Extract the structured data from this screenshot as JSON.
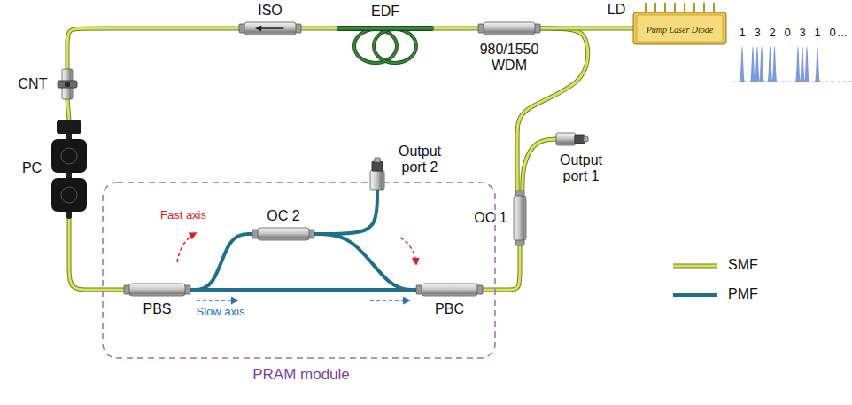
{
  "diagram": {
    "nodes": [
      {
        "text": [
          "ISO"
        ]
      },
      {
        "text": [
          "EDF"
        ]
      },
      {
        "text": [
          "980/1550 WDM"
        ]
      },
      {
        "text": [
          "LD",
          "Pump Laser Diode"
        ]
      },
      {
        "text": [
          "CNT"
        ]
      },
      {
        "text": [
          "Output port 1"
        ]
      },
      {
        "text": [
          "OC 1"
        ]
      },
      {
        "text": [
          "PC"
        ]
      },
      {
        "text": [
          "PRAM module"
        ]
      },
      {
        "text": [
          "OC 2"
        ],
        "in": 8
      },
      {
        "text": [
          "Output port 2"
        ]
      },
      {
        "text": [
          "PBS"
        ],
        "in": 8
      },
      {
        "text": [
          "PBC"
        ],
        "in": 8
      }
    ],
    "edges": [
      {
        "from": 2,
        "to": 1,
        "arrow": "none"
      },
      {
        "from": 1,
        "to": 0,
        "arrow": "none"
      },
      {
        "from": 0,
        "to": 4,
        "arrow": "none"
      },
      {
        "from": 4,
        "to": 7,
        "arrow": "none"
      },
      {
        "from": 7,
        "to": 11,
        "arrow": "none"
      },
      {
        "from": 11,
        "to": 9,
        "arrow": "none"
      },
      {
        "from": 11,
        "to": 12,
        "arrow": "none"
      },
      {
        "from": 9,
        "to": 12,
        "arrow": "none"
      },
      {
        "from": 9,
        "to": 10,
        "arrow": "none"
      },
      {
        "from": 12,
        "to": 6,
        "arrow": "none"
      },
      {
        "from": 6,
        "to": 5,
        "arrow": "none"
      },
      {
        "from": 6,
        "to": 2,
        "arrow": "none"
      },
      {
        "from": 3,
        "to": 2,
        "arrow": "none"
      }
    ],
    "labels": [
      "1",
      "3",
      "2",
      "0",
      "3",
      "1",
      "0",
      "...",
      "Fast axis",
      "Slow axis"
    ],
    "legend": [
      {
        "text": "SMF"
      },
      {
        "text": "PMF"
      }
    ]
  }
}
